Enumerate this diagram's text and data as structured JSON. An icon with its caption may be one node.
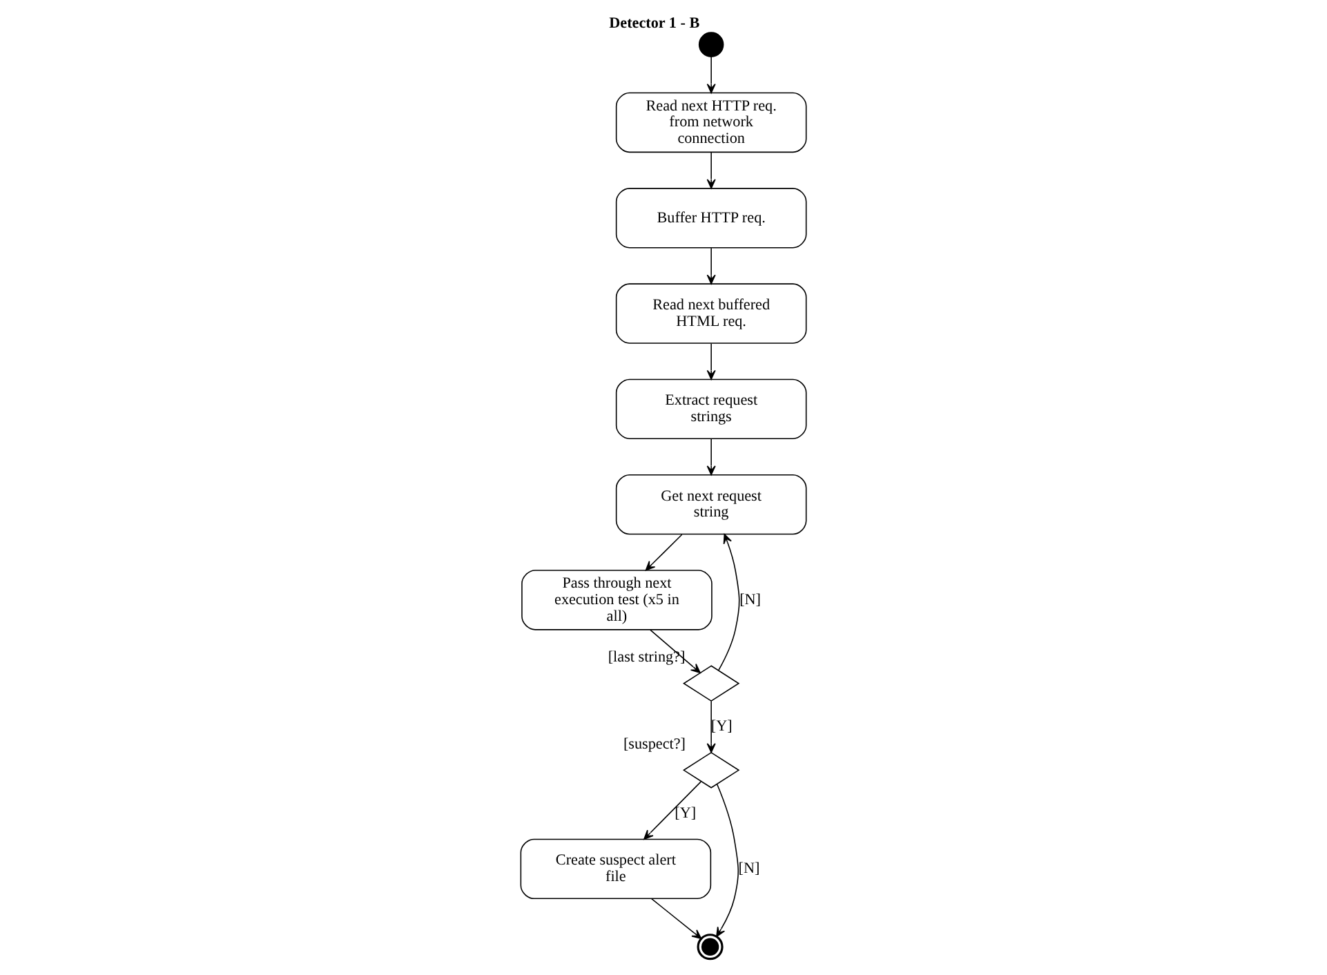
{
  "diagram": {
    "nodes": [
      {
        "text": [],
        "shape": "circle",
        "beside": [
          "Detector 1 - B"
        ]
      },
      {
        "text": [
          "Read next HTTP req. from network connection"
        ]
      },
      {
        "text": [
          "Buffer HTTP req."
        ]
      },
      {
        "text": [
          "Read next buffered HTML req."
        ]
      },
      {
        "text": [
          "Extract request strings"
        ]
      },
      {
        "text": [
          "Get next request string"
        ]
      },
      {
        "text": [
          "Pass through next execution test (x5 in all)"
        ]
      },
      {
        "text": [],
        "shape": "diamond",
        "beside": [
          "[last string?]"
        ]
      },
      {
        "text": [],
        "shape": "diamond",
        "beside": [
          "[suspect?]"
        ]
      },
      {
        "text": [
          "Create suspect alert file"
        ]
      },
      {
        "text": [],
        "shape": "circle"
      }
    ],
    "edges": [
      {
        "from": 0,
        "to": 1,
        "arrow": "to"
      },
      {
        "from": 1,
        "to": 2,
        "arrow": "to"
      },
      {
        "from": 2,
        "to": 3,
        "arrow": "to"
      },
      {
        "from": 3,
        "to": 4,
        "arrow": "to"
      },
      {
        "from": 4,
        "to": 5,
        "arrow": "to"
      },
      {
        "from": 5,
        "to": 6,
        "arrow": "to"
      },
      {
        "from": 6,
        "to": 7,
        "arrow": "to"
      },
      {
        "from": 7,
        "to": 8,
        "label": "[Y]",
        "arrow": "to"
      },
      {
        "from": 7,
        "to": 5,
        "label": "[N]",
        "arrow": "to"
      },
      {
        "from": 8,
        "to": 9,
        "label": "[Y]",
        "arrow": "to"
      },
      {
        "from": 8,
        "to": 10,
        "label": "[N]",
        "arrow": "to"
      },
      {
        "from": 9,
        "to": 10,
        "arrow": "to"
      }
    ]
  }
}
